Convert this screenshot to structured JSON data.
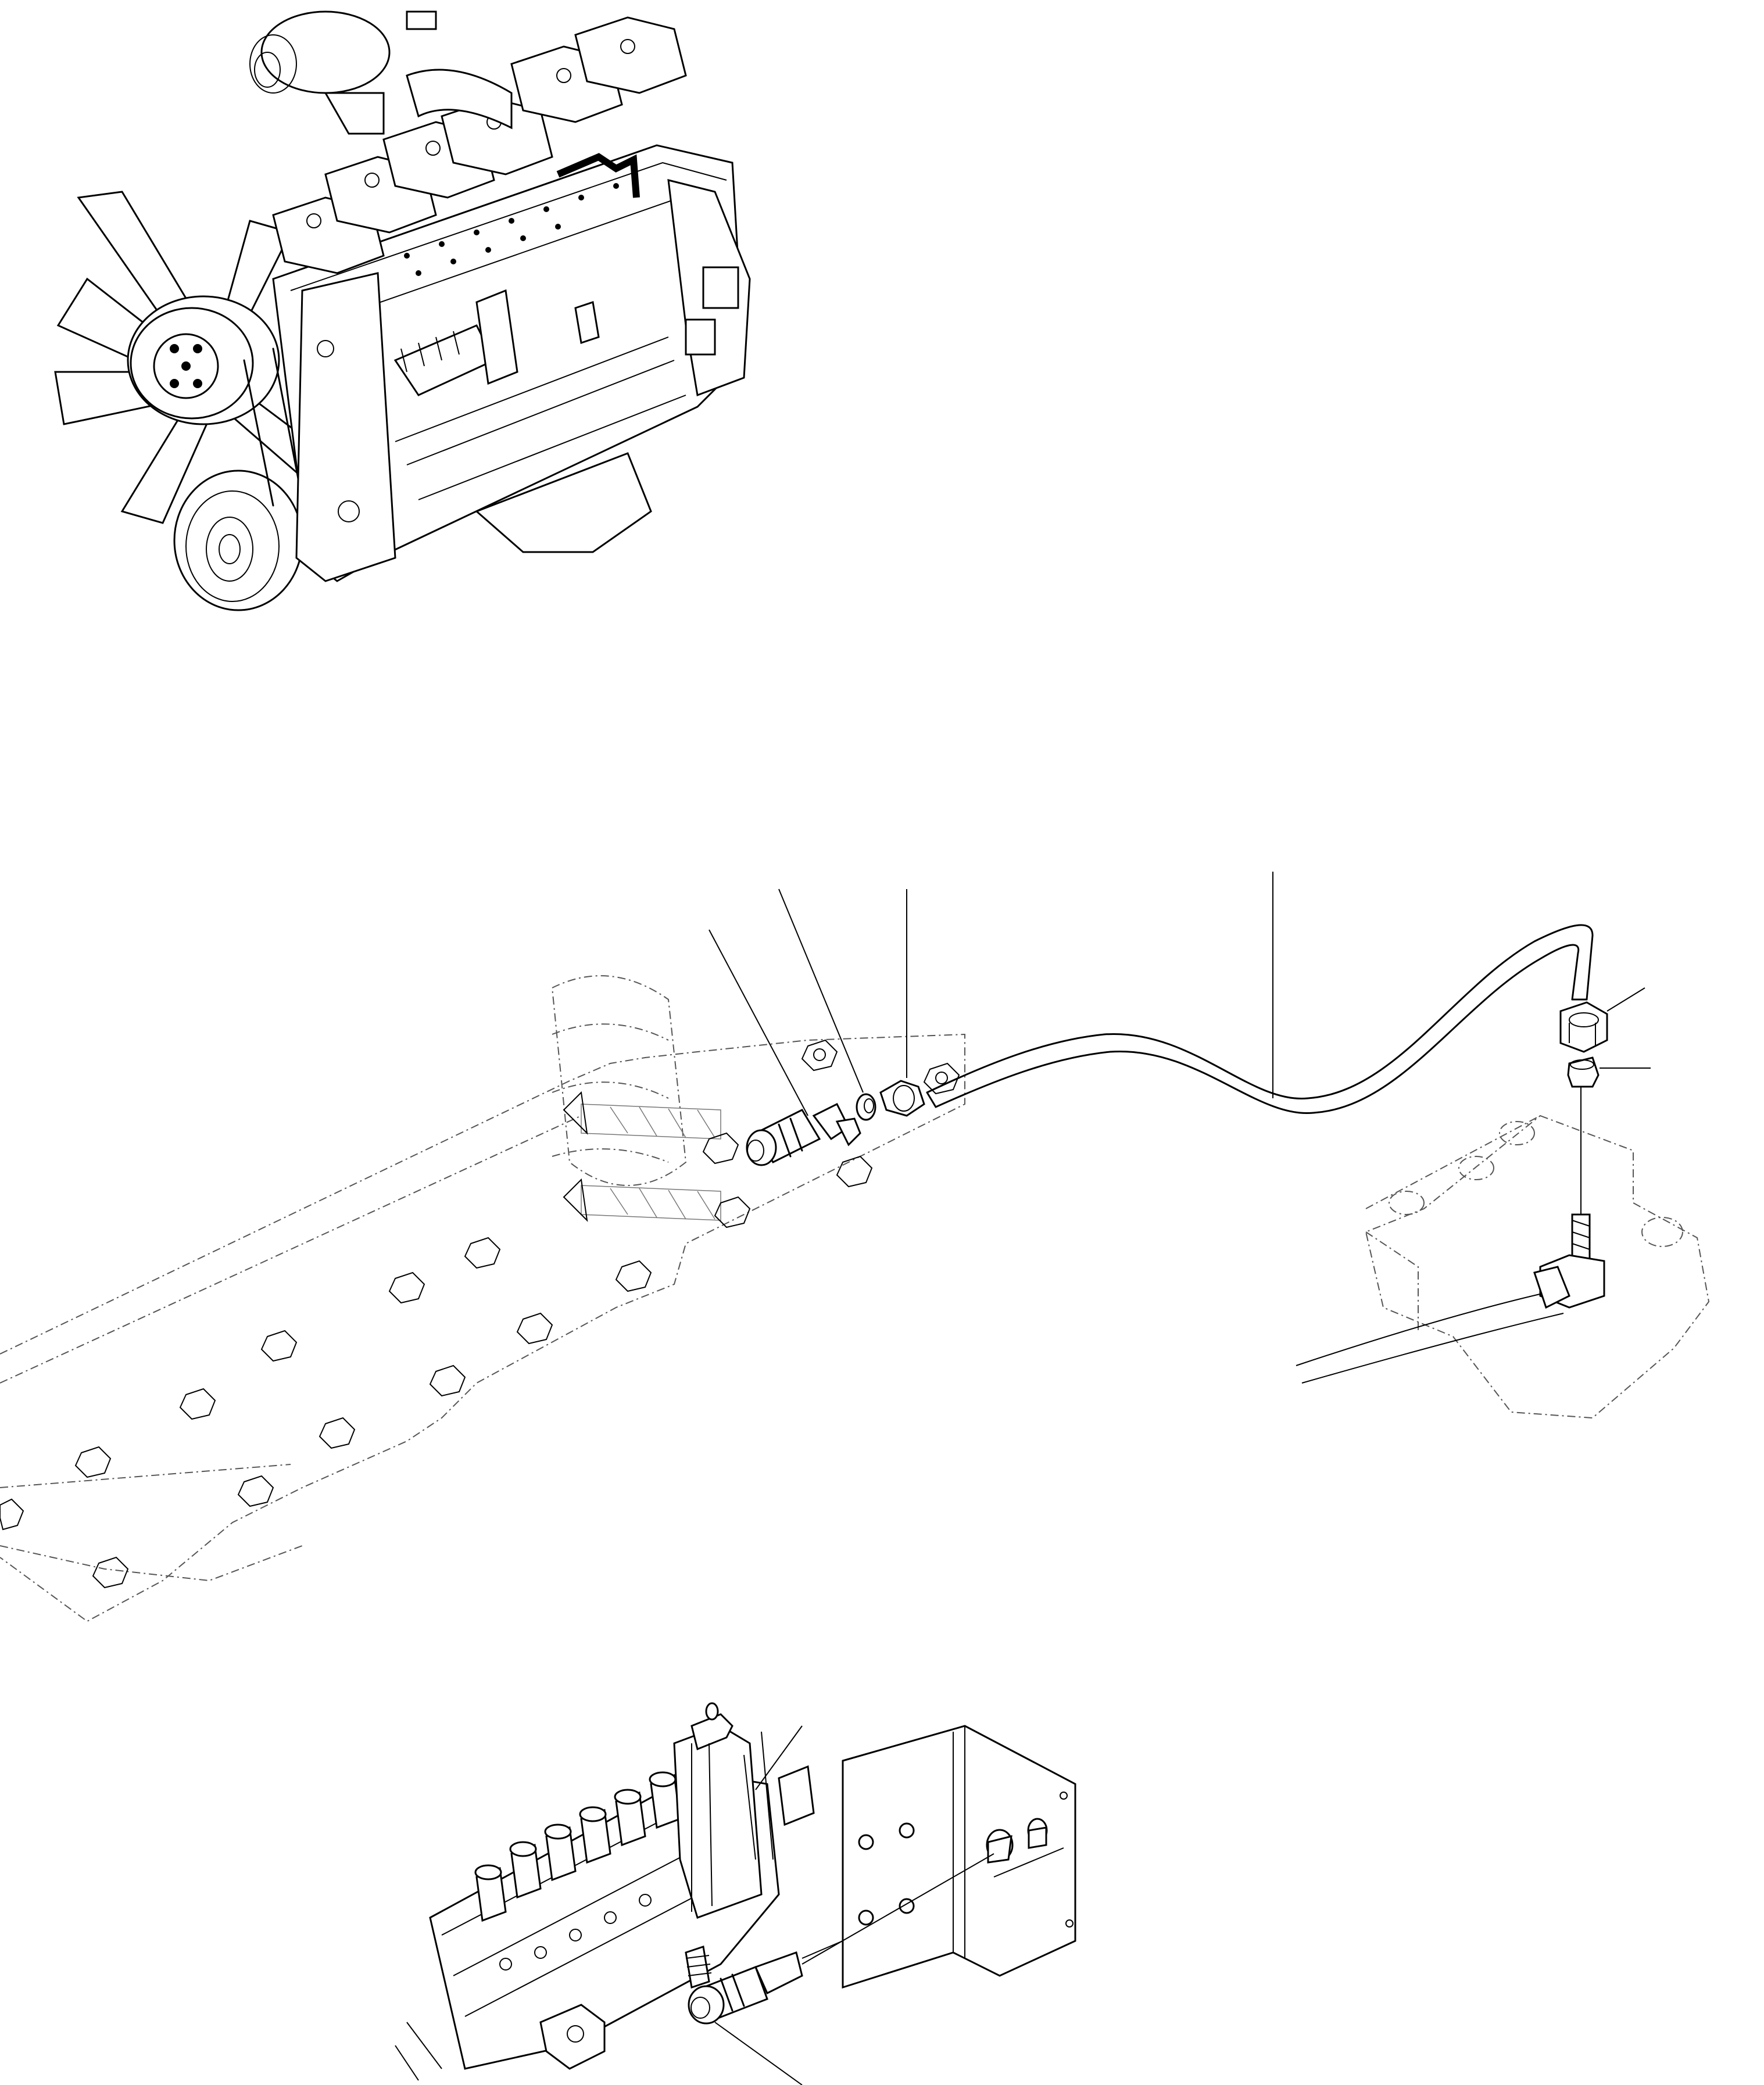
{
  "drawing": {
    "views": [
      "engine-overview",
      "exhaust-manifold-pipe-detail",
      "injection-pump-bracket-detail"
    ],
    "callout_labels": []
  }
}
